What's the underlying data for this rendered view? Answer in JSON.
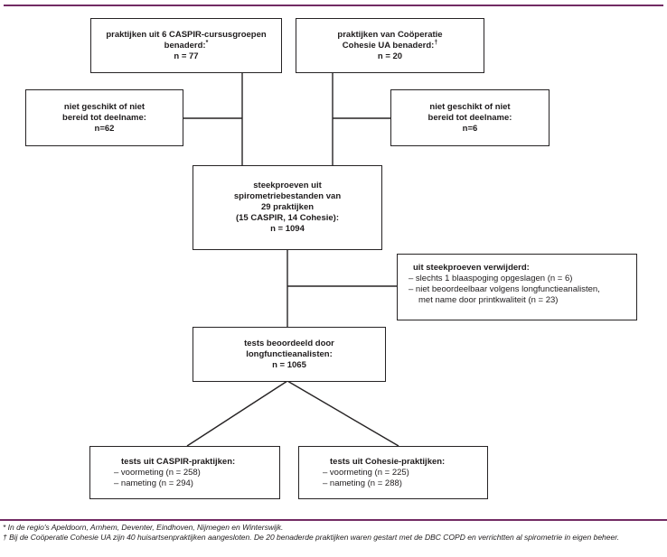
{
  "page": {
    "accent_color": "#722b63",
    "line_color": "#262324"
  },
  "flow": {
    "caspir_approached": {
      "line1": "praktijken uit 6 CASPIR-cursusgroepen",
      "line2": "benaderd:",
      "sup": "*",
      "n": "n = 77"
    },
    "cohesie_approached": {
      "line1": "praktijken van Coöperatie",
      "line2": "Cohesie UA benaderd:",
      "sup": "†",
      "n": "n = 20"
    },
    "excluded_left": {
      "line1": "niet geschikt of niet",
      "line2": "bereid tot deelname:",
      "n": "n=62"
    },
    "excluded_right": {
      "line1": "niet geschikt of niet",
      "line2": "bereid tot deelname:",
      "n": "n=6"
    },
    "samples": {
      "lines": [
        "steekproeven uit",
        "spirometriebestanden van",
        "29 praktijken",
        "(15 CASPIR, 14 Cohesie):"
      ],
      "n": "n = 1094"
    },
    "removed": {
      "title": "uit steekproeven verwijderd:",
      "items": [
        "– slechts 1 blaaspoging opgeslagen (n = 6)",
        "– niet beoordeelbaar volgens longfunctieanalisten,"
      ],
      "item2_wrap": "met name door printkwaliteit (n = 23)"
    },
    "assessed": {
      "line1": "tests beoordeeld door",
      "line2": "longfunctieanalisten:",
      "n": "n = 1065"
    },
    "caspir_tests": {
      "title": "tests uit CASPIR-praktijken:",
      "items": [
        "– voormeting (n = 258)",
        "– nameting (n = 294)"
      ]
    },
    "cohesie_tests": {
      "title": "tests uit Cohesie-praktijken:",
      "items": [
        "– voormeting (n = 225)",
        "– nameting (n = 288)"
      ]
    }
  },
  "footnotes": {
    "fn1": "* In de regio's Apeldoorn, Arnhem, Deventer, Eindhoven, Nijmegen en Winterswijk.",
    "fn2": "† Bij de Coöperatie Cohesie UA zijn 40 huisartsenpraktijken aangesloten. De 20 benaderde praktijken waren gestart met de DBC COPD en verrichtten al spirometrie in eigen beheer."
  }
}
